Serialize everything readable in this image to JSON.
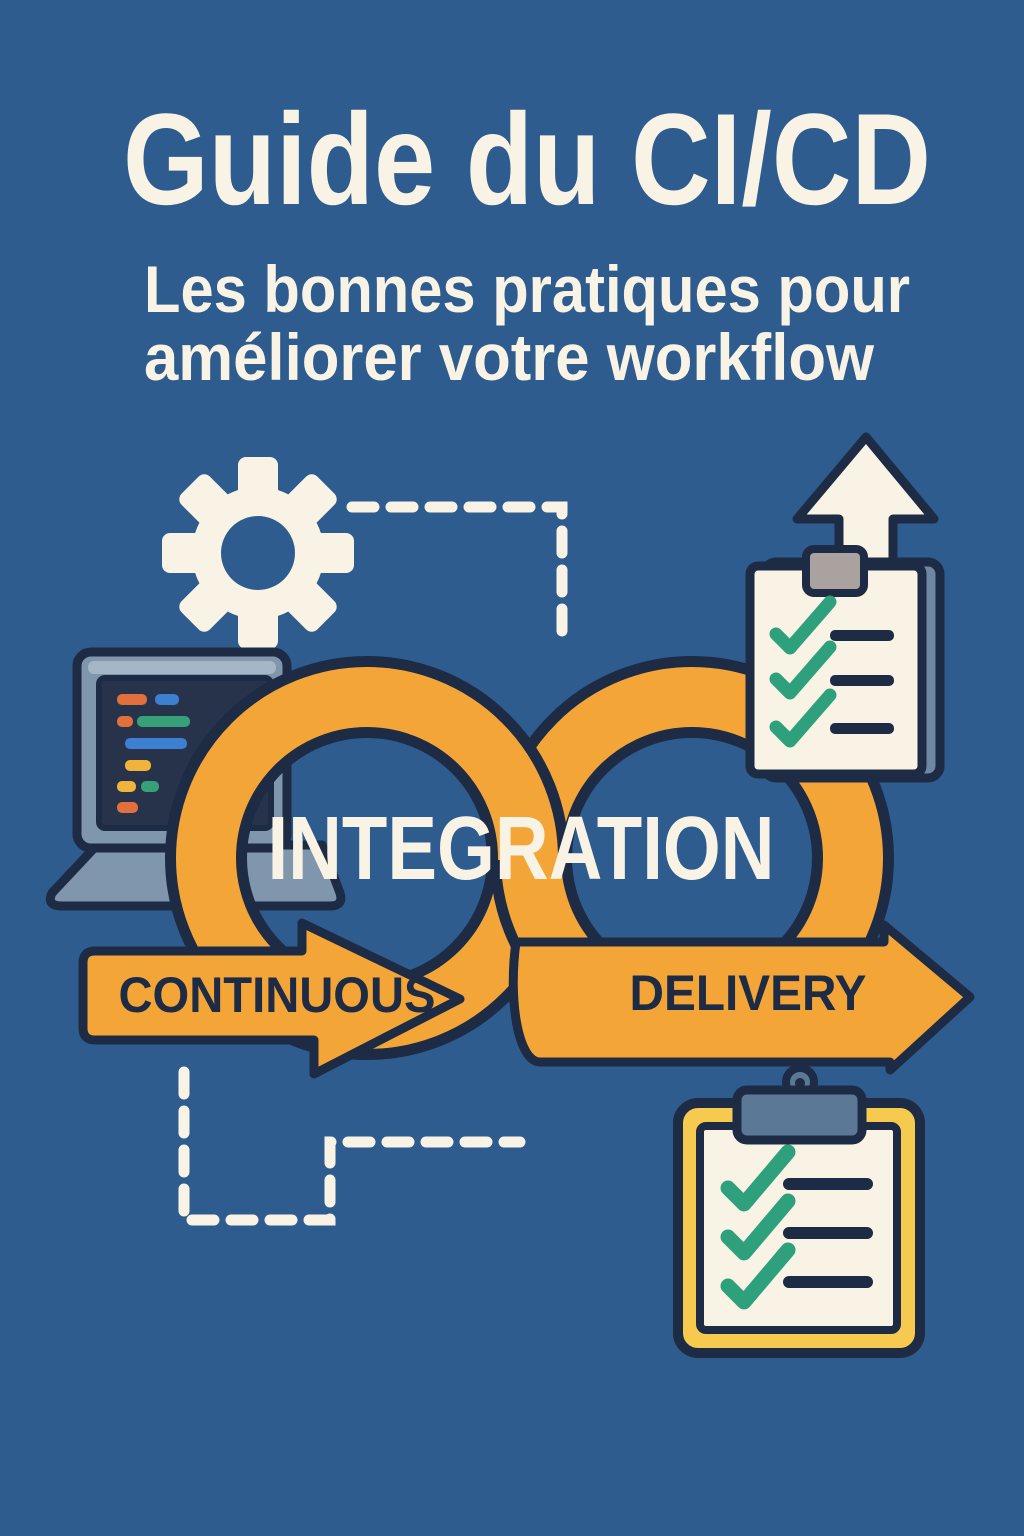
{
  "poster": {
    "title": "Guide du CI/CD",
    "subtitle_line1": "Les bonnes pratiques pour",
    "subtitle_line2": "améliorer votre workflow",
    "loop_label": "INTEGRATION",
    "left_arrow_label": "CONTINUOUS",
    "right_arrow_label": "DELIVERY"
  },
  "icons": {
    "gear": "gear-icon",
    "laptop": "laptop-code-icon",
    "release_checklist": "upload-checklist-icon",
    "clipboard": "clipboard-checklist-icon",
    "connectors": "dashed-connector-lines"
  },
  "colors": {
    "background": "#2e5c8e",
    "cream": "#f8f3e5",
    "orange": "#f3a637",
    "navy_outline": "#1d2b45",
    "clipboard_yellow": "#f6c94f",
    "check_green": "#2fa07c",
    "laptop_body": "#8096ac",
    "screen_dark": "#26334a",
    "clip_gray": "#a9a29e",
    "clip_blue": "#5b7896",
    "binding_slate": "#6e87a3",
    "code_orange": "#e2703d",
    "code_blue": "#3d7fd0",
    "code_green": "#36a178",
    "code_yellow": "#f0b43c"
  }
}
